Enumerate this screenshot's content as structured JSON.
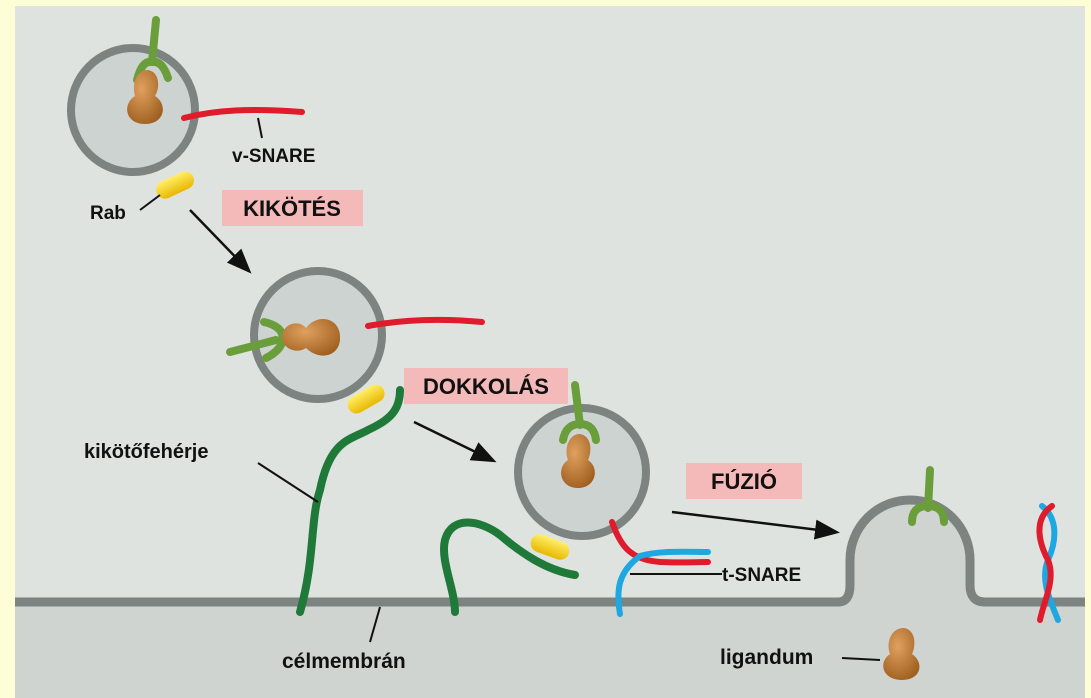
{
  "labels": {
    "v_snare": "v-SNARE",
    "rab": "Rab",
    "kikotofeherje": "kikötőfehérje",
    "celmembran": "célmembrán",
    "t_snare": "t-SNARE",
    "ligandum": "ligandum"
  },
  "stages": {
    "kikotes": "KIKÖTÉS",
    "dokkolas": "DOKKOLÁS",
    "fuzio": "FÚZIÓ"
  },
  "colors": {
    "background": "#fdfdd6",
    "panel": "#dfe3e0",
    "membrane": "#7d8380",
    "vesicle_fill": "#cdd3d0",
    "v_snare": "#e01b2c",
    "t_snare": "#1ea7e0",
    "rab": "#f5d21f",
    "tether": "#1f7a3a",
    "receptor": "#6a9e3a",
    "cargo": "#c07a30",
    "stage_badge": "#f4b9b9"
  }
}
